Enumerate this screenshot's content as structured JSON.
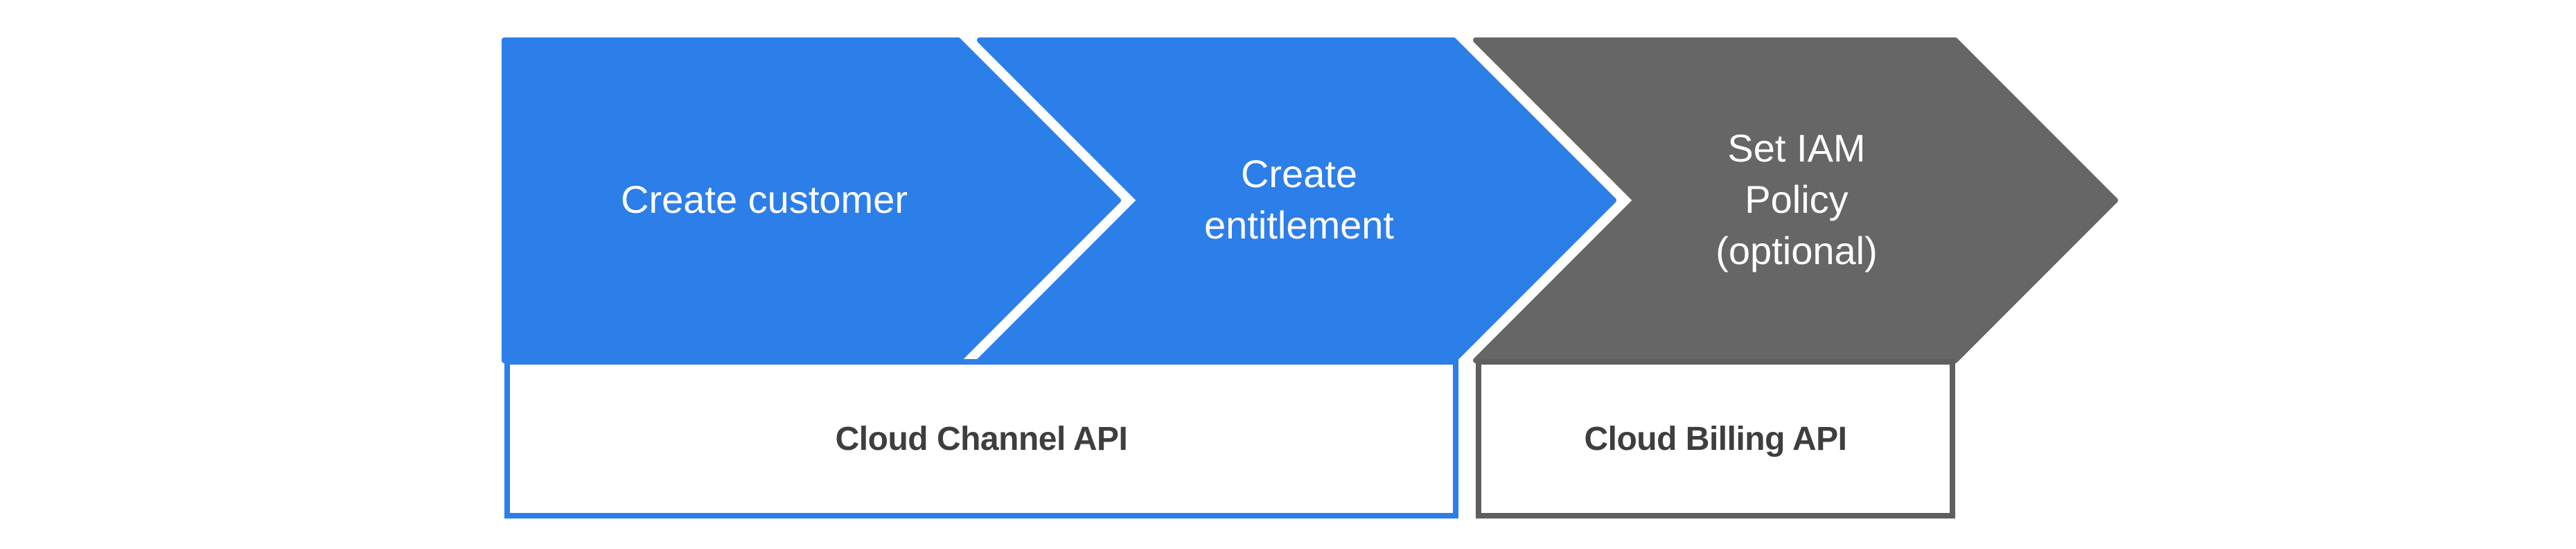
{
  "diagram": {
    "steps": [
      {
        "name": "create-customer",
        "lines": [
          "Create customer"
        ]
      },
      {
        "name": "create-entitlement",
        "lines": [
          "Create",
          "entitlement"
        ]
      },
      {
        "name": "set-iam-policy",
        "lines": [
          "Set IAM",
          "Policy",
          "(optional)"
        ]
      }
    ],
    "api_boxes": [
      {
        "name": "cloud-channel-api",
        "label": "Cloud Channel API"
      },
      {
        "name": "cloud-billing-api",
        "label": "Cloud Billing API"
      }
    ],
    "colors": {
      "step_fill_blue": "#2C7EE9",
      "step_fill_gray": "#666666",
      "step_text": "#FFFFFF",
      "api_box_border_blue": "#2C7EE9",
      "api_box_border_gray": "#5F5F5F",
      "api_box_fill": "#FFFFFF",
      "api_box_text": "#3E3E3E",
      "background": "#FFFFFF"
    }
  }
}
